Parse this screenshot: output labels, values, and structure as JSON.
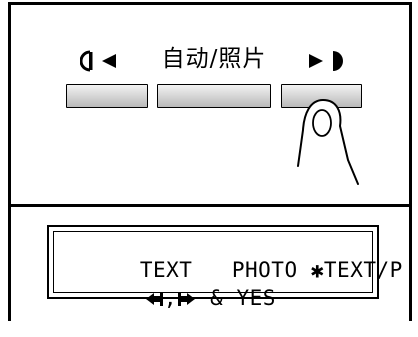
{
  "panel": {
    "label": "自动/照片"
  },
  "display": {
    "line1": {
      "item1": "TEXT",
      "item2": "PHOTO",
      "marker": "✱",
      "item3": "TEXT/P"
    },
    "line2": {
      "comma": ",",
      "text": " & YES"
    }
  },
  "icons": {
    "left_arrow": "half-moon-left-arrow-icon",
    "right_arrow": "right-arrow-half-moon-icon",
    "finger": "pointing-finger-icon",
    "left_key": "left-key-icon",
    "right_key": "right-key-icon"
  },
  "colors": {
    "button_fill_top": "#f2f2f2",
    "button_fill_bottom": "#b9b9b9",
    "line": "#000000"
  }
}
